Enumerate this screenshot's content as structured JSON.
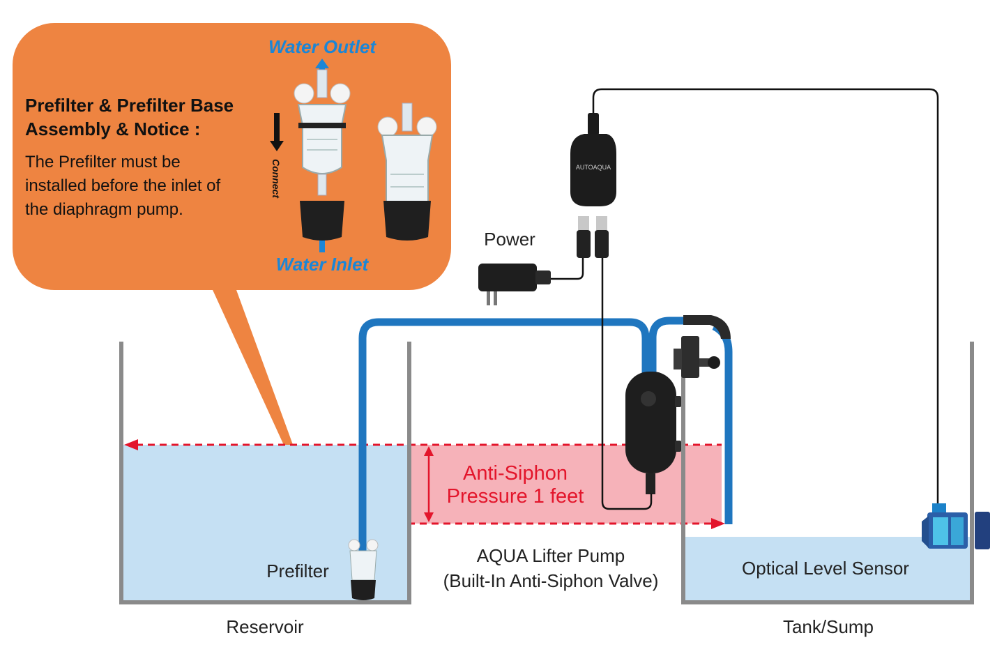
{
  "callout": {
    "heading_line1": "Prefilter & Prefilter Base",
    "heading_line2": "Assembly & Notice :",
    "body_line1": "The Prefilter must be",
    "body_line2": "installed before the inlet of",
    "body_line3": "the diaphragm pump.",
    "water_outlet": "Water Outlet",
    "water_inlet": "Water Inlet",
    "connect": "Connect"
  },
  "labels": {
    "power": "Power",
    "anti_siphon_line1": "Anti-Siphon",
    "anti_siphon_line2": "Pressure 1 feet",
    "prefilter": "Prefilter",
    "pump_line1": "AQUA Lifter Pump",
    "pump_line2": "(Built-In Anti-Siphon Valve)",
    "sensor": "Optical Level Sensor",
    "reservoir": "Reservoir",
    "tank": "Tank/Sump",
    "controller_brand": "AUTOAQUA"
  },
  "colors": {
    "callout": "#ee8441",
    "water": "#c5e0f3",
    "anti_siphon_zone": "#f6b2b9",
    "tube": "#1f76bf",
    "arrow_blue": "#1b86d6",
    "red": "#e3152b",
    "tank_wall": "#8a8a8a"
  }
}
